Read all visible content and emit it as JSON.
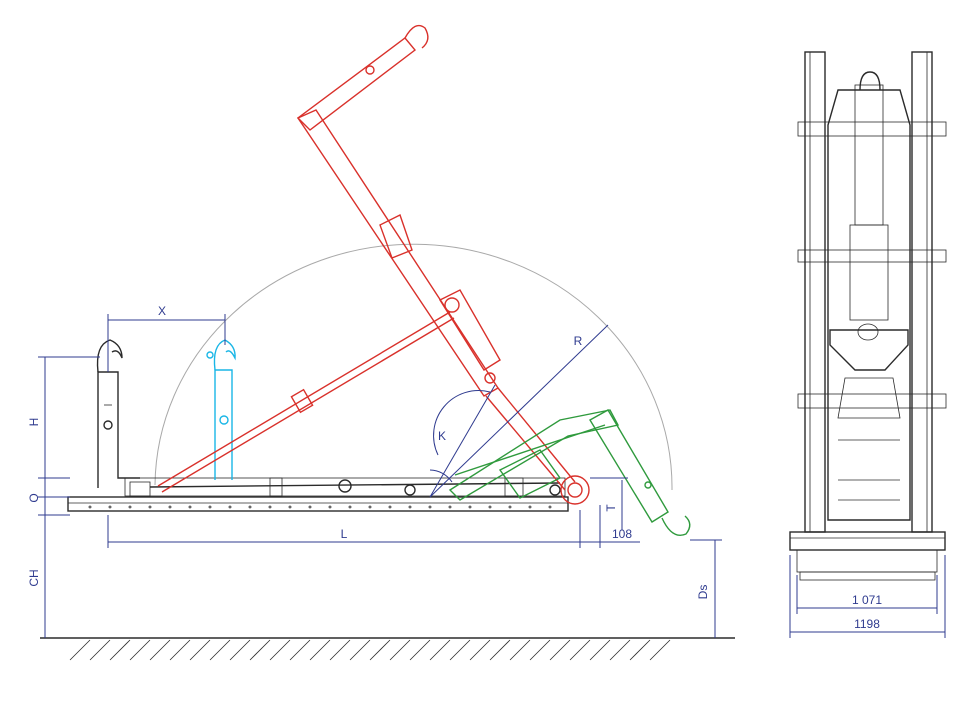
{
  "labels": {
    "x": "X",
    "h": "H",
    "o": "O",
    "ch": "CH",
    "l": "L",
    "r": "R",
    "k": "K",
    "t": "T",
    "ds": "Ds",
    "overhang": "108",
    "inner_width": "1 071",
    "outer_width": "1198"
  },
  "colors": {
    "dimension": "#2f3b8f",
    "frame": "#2b2b2b",
    "raised_arm": "#d9312b",
    "hook_alt": "#19b6e6",
    "tilted_arm": "#2f9a3d",
    "arc": "#a9a9a9"
  }
}
